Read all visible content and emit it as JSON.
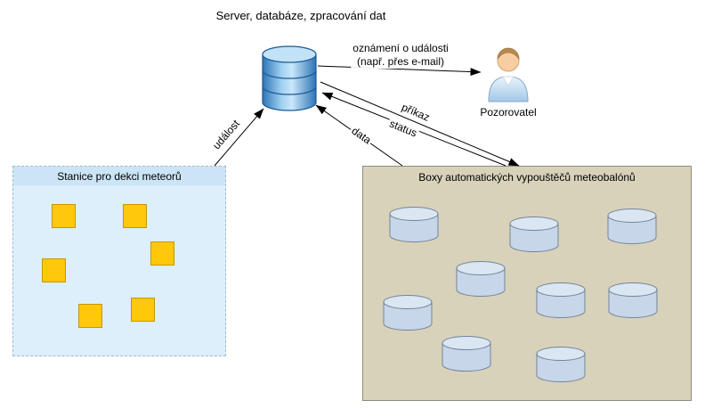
{
  "server": {
    "title": "Server, databáze, zpracování dat"
  },
  "observer": {
    "label": "Pozorovatel"
  },
  "arrows": {
    "notification": {
      "line1": "oznámení o události",
      "line2": "(např. přes e-mail)"
    },
    "event": "událost",
    "command": "příkaz",
    "status": "status",
    "data": "data"
  },
  "meteor_box": {
    "title": "Stanice pro dekci meteorů",
    "station_count": 6
  },
  "balloon_box": {
    "title": "Boxy automatických vypouštěčů meteobalónů",
    "launcher_count": 9
  },
  "colors": {
    "database_blue": "#2d74b5",
    "station_yellow": "#ffc80a",
    "station_border": "#c79600",
    "cylinder_fill": "#c8d6e9",
    "meteor_box_bg": "#ddeffb",
    "meteor_box_header": "#cbe4f6",
    "balloon_box_bg": "#d8d2ba",
    "arrow_color": "#000000"
  }
}
